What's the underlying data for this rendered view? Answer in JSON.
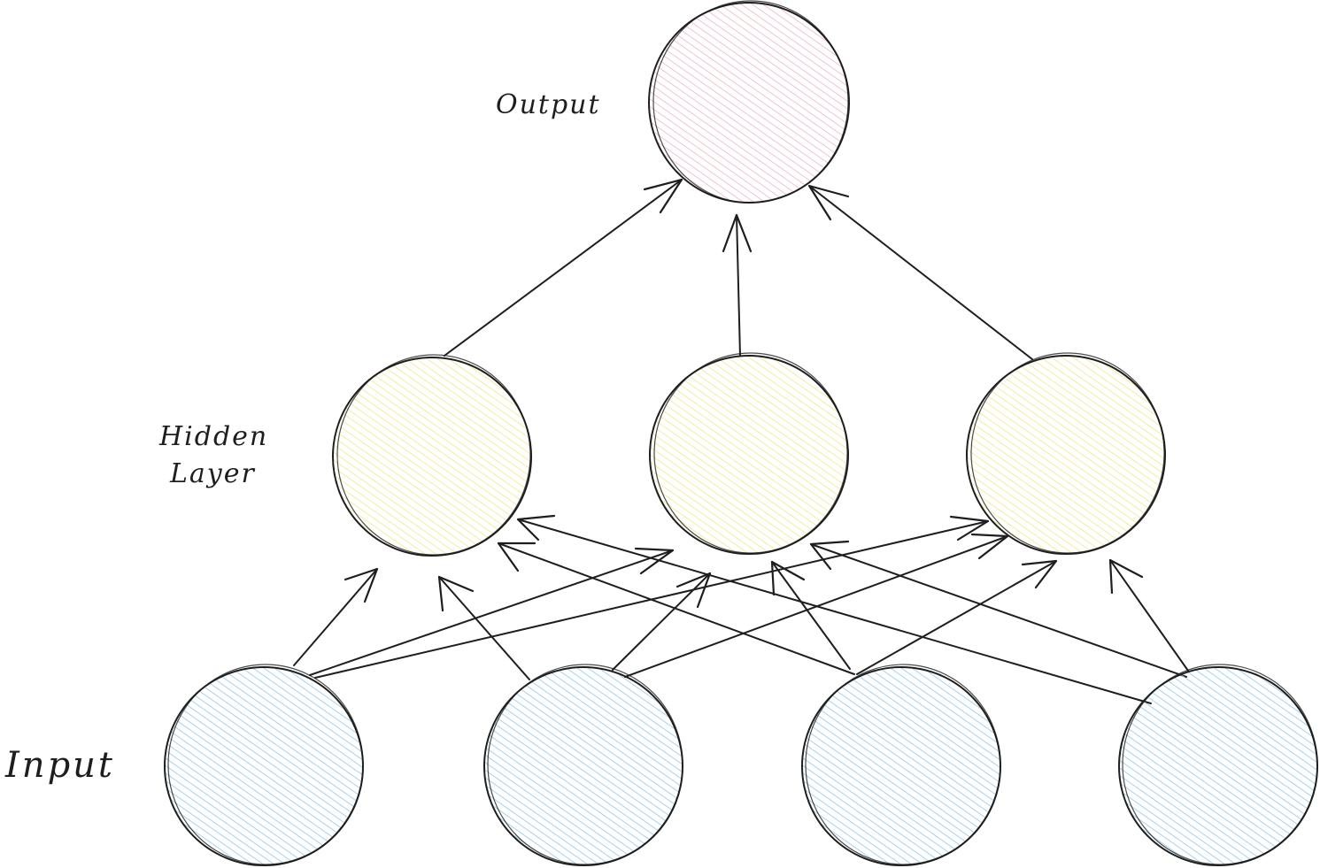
{
  "labels": {
    "output": "Output",
    "hidden_line1": "Hidden",
    "hidden_line2": "Layer",
    "input": "Input"
  },
  "colors": {
    "output_fill": "#f4a6b6",
    "hidden_fill": "#f2e27a",
    "input_fill": "#8cc8ee",
    "stroke": "#1e1e1e",
    "background": "#ffffff"
  },
  "layers": {
    "output": {
      "count": 1
    },
    "hidden": {
      "count": 3
    },
    "input": {
      "count": 4
    }
  },
  "connections": {
    "input_to_hidden": "all-to-all",
    "hidden_to_output": "all-to-one"
  }
}
